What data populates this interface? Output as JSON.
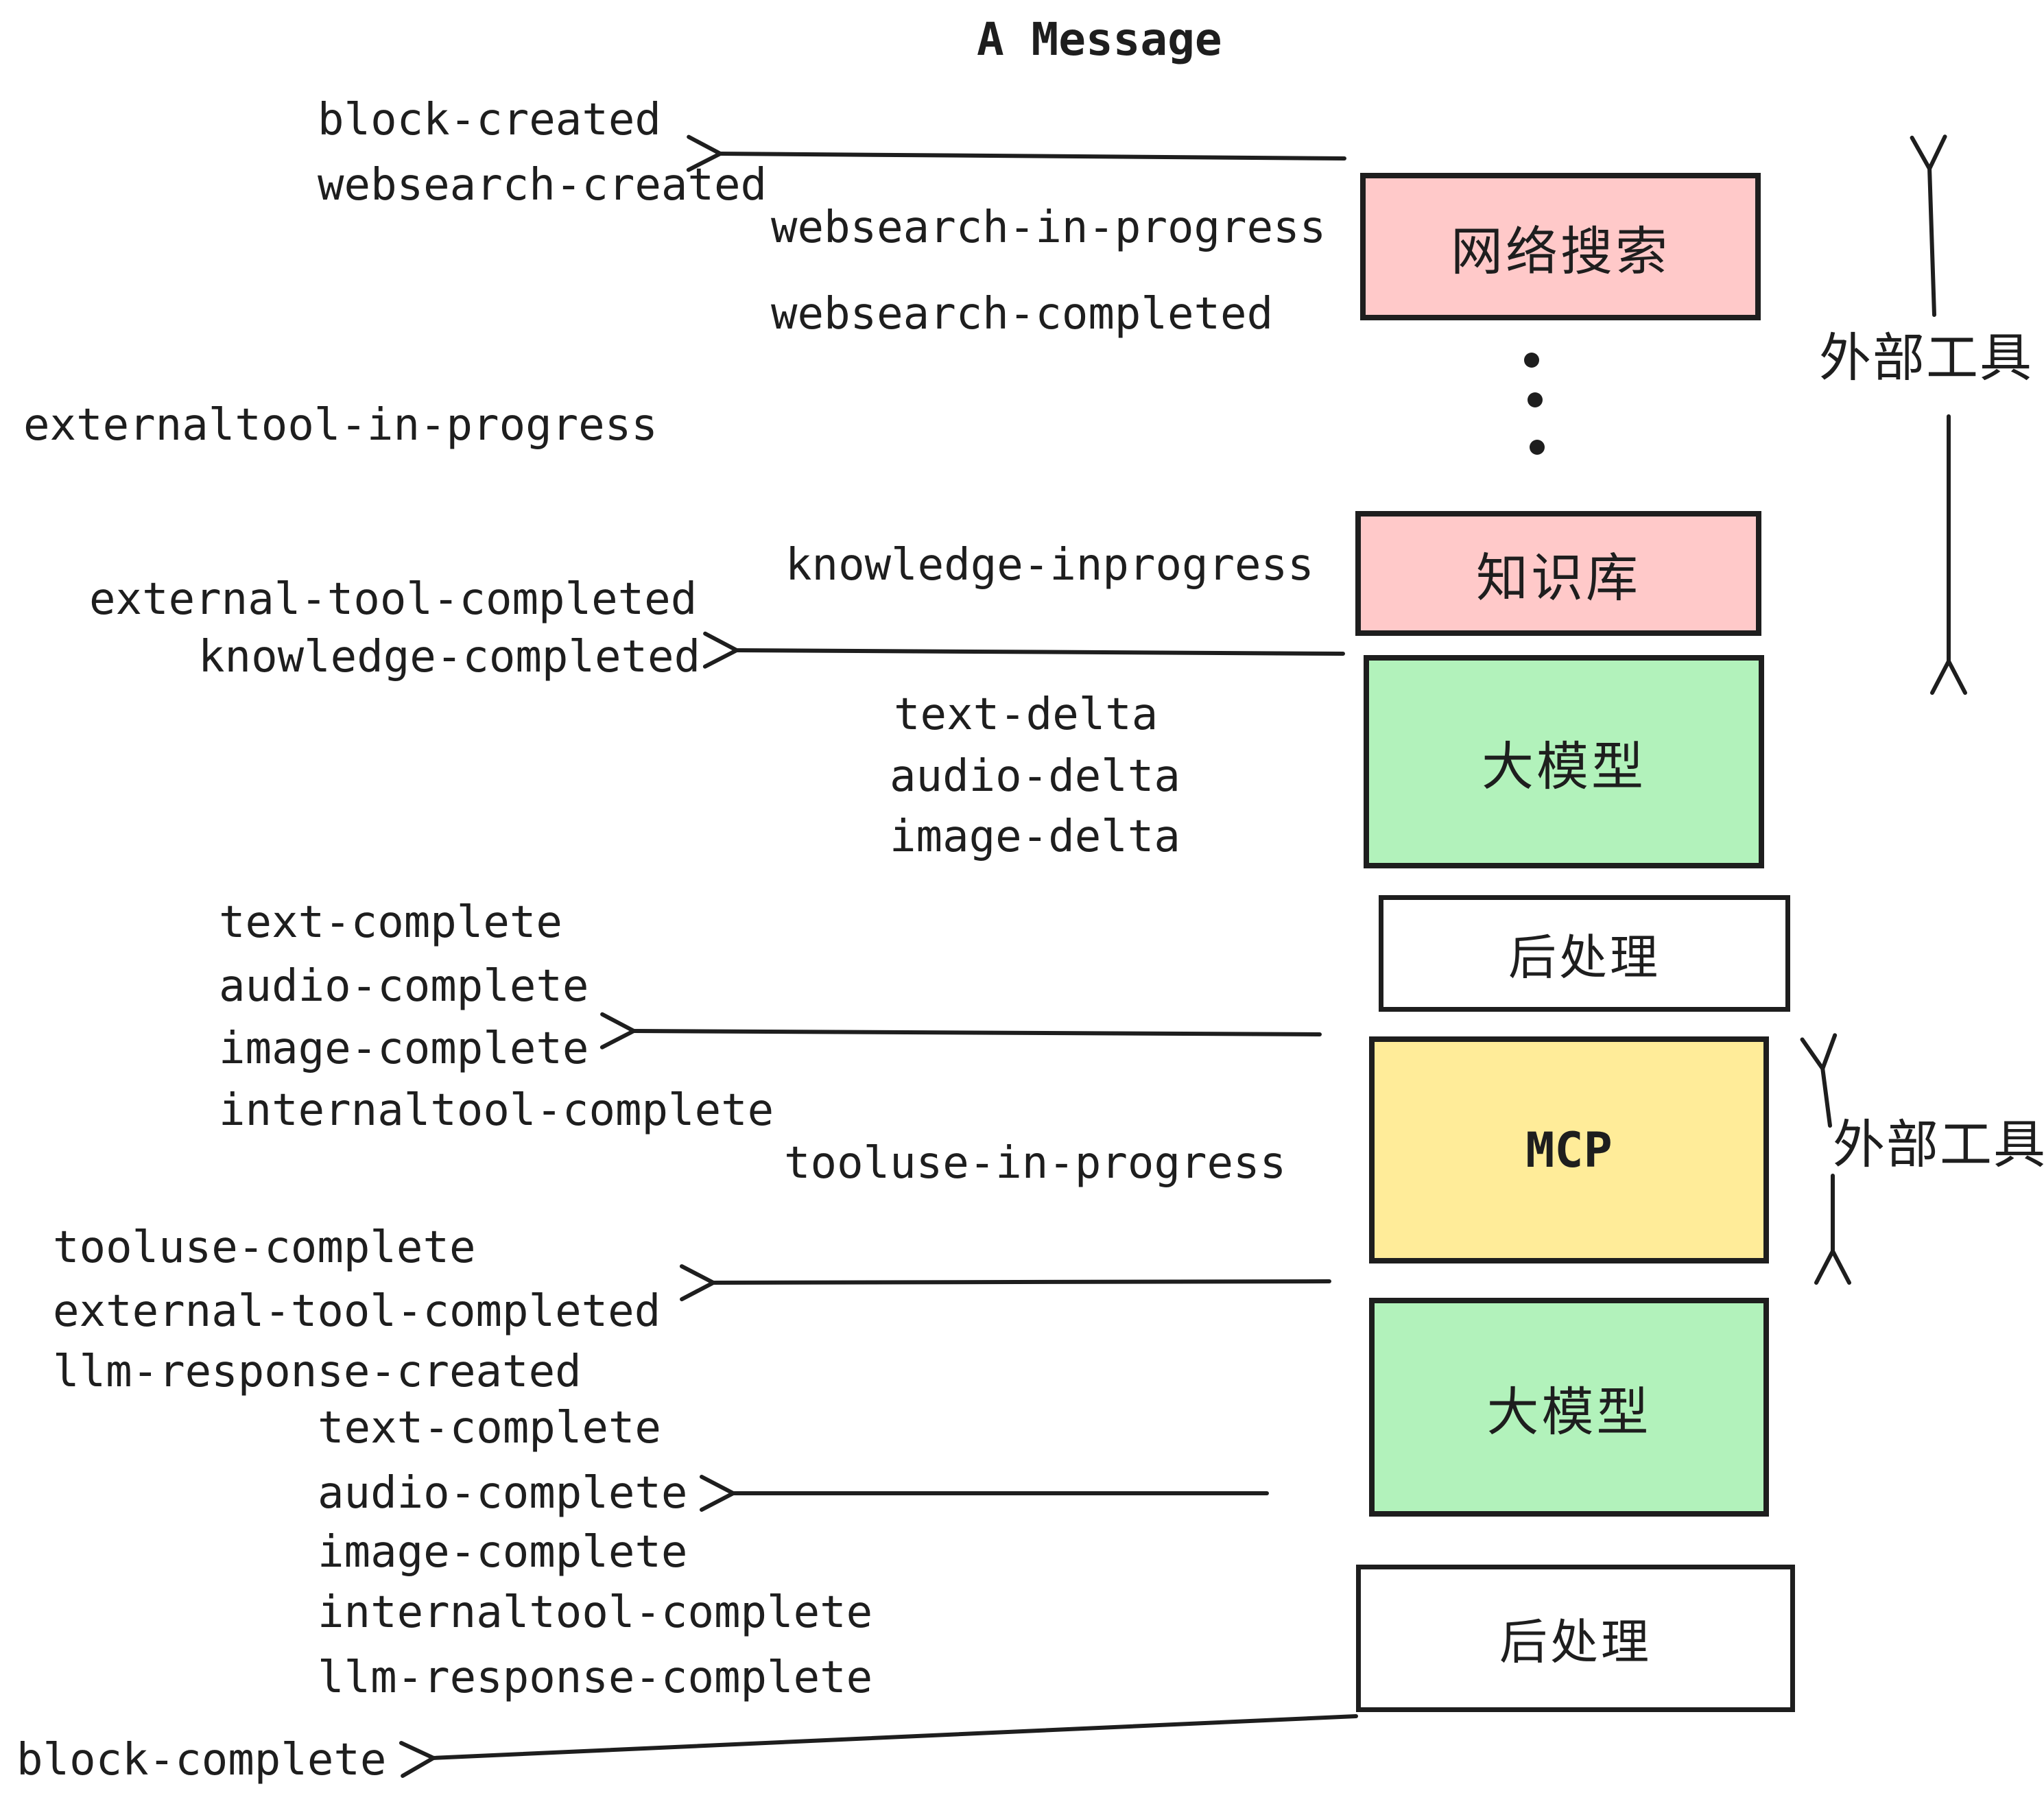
{
  "title": "A Message",
  "events": [
    {
      "id": "block-created",
      "text": "block-created"
    },
    {
      "id": "websearch-created",
      "text": "websearch-created"
    },
    {
      "id": "websearch-in-progress",
      "text": "websearch-in-progress"
    },
    {
      "id": "websearch-completed",
      "text": "websearch-completed"
    },
    {
      "id": "externaltool-in-progress",
      "text": "externaltool-in-progress"
    },
    {
      "id": "knowledge-inprogress",
      "text": "knowledge-inprogress"
    },
    {
      "id": "external-tool-completed",
      "text": "external-tool-completed"
    },
    {
      "id": "knowledge-completed",
      "text": "knowledge-completed"
    },
    {
      "id": "text-delta-1",
      "text": "text-delta"
    },
    {
      "id": "audio-delta-1",
      "text": "audio-delta"
    },
    {
      "id": "image-delta-1",
      "text": "image-delta"
    },
    {
      "id": "text-complete-1",
      "text": "text-complete"
    },
    {
      "id": "audio-complete-1",
      "text": "audio-complete"
    },
    {
      "id": "image-complete-1",
      "text": "image-complete"
    },
    {
      "id": "internaltool-complete-1",
      "text": "internaltool-complete"
    },
    {
      "id": "tooluse-in-progress",
      "text": "tooluse-in-progress"
    },
    {
      "id": "tooluse-complete",
      "text": "tooluse-complete"
    },
    {
      "id": "external-tool-completed-2",
      "text": "external-tool-completed"
    },
    {
      "id": "llm-response-created",
      "text": "llm-response-created"
    },
    {
      "id": "text-complete-2",
      "text": "text-complete"
    },
    {
      "id": "audio-complete-2",
      "text": "audio-complete"
    },
    {
      "id": "image-complete-2",
      "text": "image-complete"
    },
    {
      "id": "internaltool-complete-2",
      "text": "internaltool-complete"
    },
    {
      "id": "llm-response-complete",
      "text": "llm-response-complete"
    },
    {
      "id": "block-complete",
      "text": "block-complete"
    }
  ],
  "boxes": [
    {
      "id": "websearch",
      "label": "网络搜索",
      "bg": "#ffc9c9"
    },
    {
      "id": "knowledge",
      "label": "知识库",
      "bg": "#ffc9c9"
    },
    {
      "id": "llm-1",
      "label": "大模型",
      "bg": "#b2f2bb"
    },
    {
      "id": "post-1",
      "label": "后处理",
      "bg": "#ffffff"
    },
    {
      "id": "mcp",
      "label": "MCP",
      "bg": "#ffec99"
    },
    {
      "id": "llm-2",
      "label": "大模型",
      "bg": "#b2f2bb"
    },
    {
      "id": "post-2",
      "label": "后处理",
      "bg": "#ffffff"
    }
  ],
  "annotations": {
    "external_tool_top": "外部工具",
    "external_tool_mcp": "外部工具"
  },
  "colors": {
    "stroke": "#1e1e1e",
    "pink": "#ffc9c9",
    "green": "#b2f2bb",
    "yellow": "#ffec99",
    "white": "#ffffff"
  }
}
